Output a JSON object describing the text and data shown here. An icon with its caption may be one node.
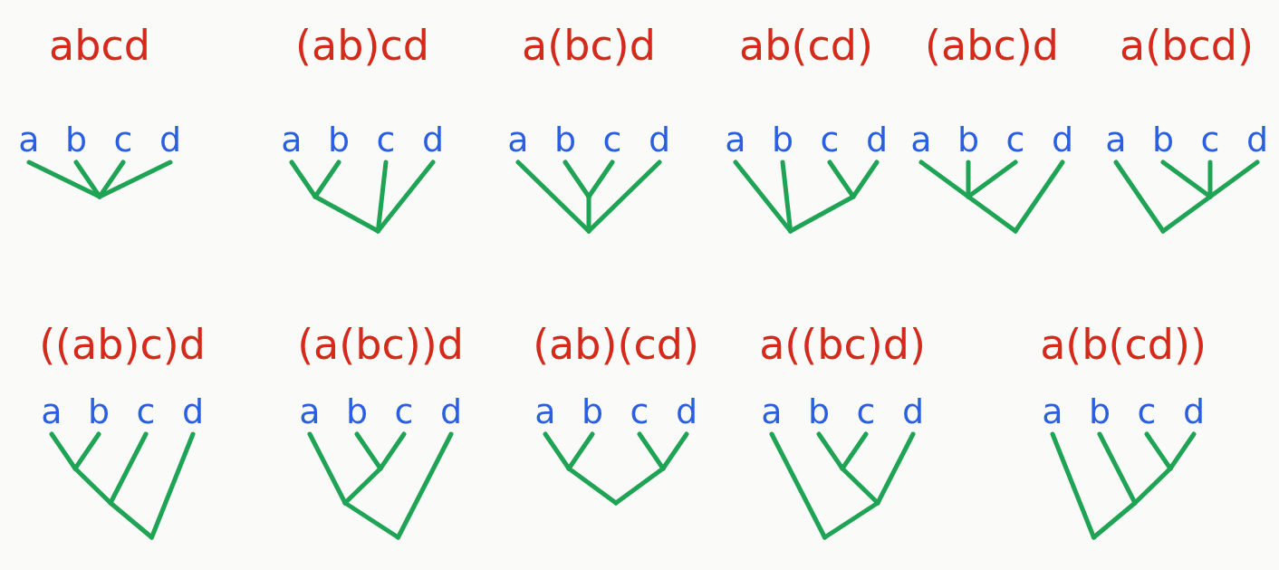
{
  "diagram": {
    "labels": [
      "abcd",
      "(ab)cd",
      "a(bc)d",
      "ab(cd)",
      "(abc)d",
      "a(bcd)",
      "a",
      "b",
      "c",
      "d",
      "a",
      "b",
      "c",
      "d",
      "a",
      "b",
      "c",
      "d",
      "a",
      "b",
      "c",
      "d",
      "a",
      "b",
      "c",
      "d",
      "a",
      "b",
      "c",
      "d",
      "((ab)c)d",
      "(a(bc))d",
      "(ab)(cd)",
      "a((bc)d)",
      "a(b(cd))",
      "a",
      "b",
      "c",
      "d",
      "a",
      "b",
      "c",
      "d",
      "a",
      "b",
      "c",
      "d",
      "a",
      "b",
      "c",
      "d",
      "a",
      "b",
      "c",
      "d"
    ]
  }
}
